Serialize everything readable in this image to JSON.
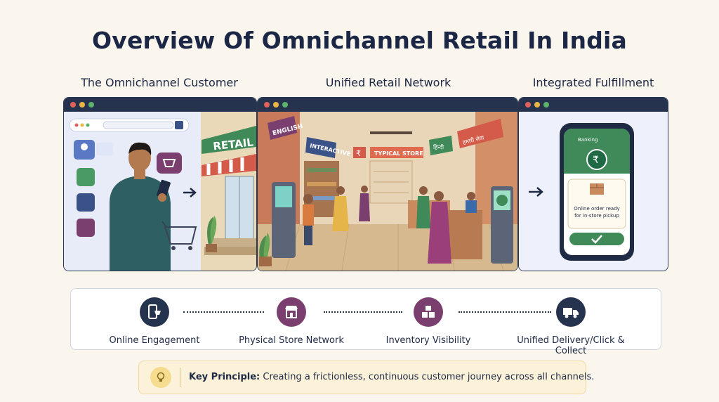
{
  "title": "Overview Of Omnichannel Retail In India",
  "panels": [
    {
      "title": "The Omnichannel Customer",
      "sign": "RETAIL"
    },
    {
      "title": "Unified Retail Network",
      "signs": [
        "ENGLISH",
        "INTERACTIVE",
        "₹",
        "TYPICAL STORE",
        "हिन्दी",
        "हमारी सेवा"
      ]
    },
    {
      "title": "Integrated Fulfillment",
      "phone_header": "Banking",
      "notice_line1": "Online order ready",
      "notice_line2": "for in-store pickup"
    }
  ],
  "steps": [
    {
      "label": "Online Engagement",
      "icon": "mobile-cart-icon"
    },
    {
      "label": "Physical Store Network",
      "icon": "storefront-icon"
    },
    {
      "label": "Inventory Visibility",
      "icon": "boxes-icon"
    },
    {
      "label": "Unified Delivery/Click & Collect",
      "icon": "delivery-truck-icon"
    }
  ],
  "key_principle": {
    "label": "Key Principle:",
    "text": " Creating a frictionless, continuous customer journey across all channels."
  },
  "colors": {
    "navy": "#26334f",
    "green": "#3f8a58",
    "purple": "#7a3f6e",
    "bulb": "#f6dc8e"
  }
}
